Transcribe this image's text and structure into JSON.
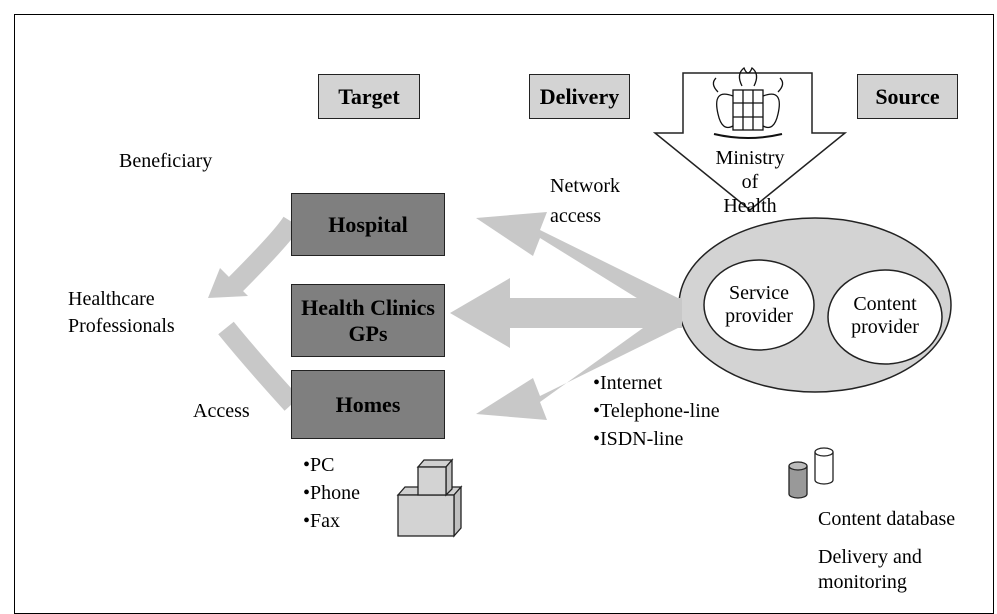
{
  "headers": {
    "target": "Target",
    "delivery": "Delivery",
    "source": "Source"
  },
  "source_arrow_label": [
    "Ministry of",
    "Health"
  ],
  "beneficiary_label": "Beneficiary",
  "network_access_label": [
    "Network",
    "access"
  ],
  "targets": [
    {
      "lines": [
        "Hospital"
      ]
    },
    {
      "lines": [
        "Health Clinics",
        "GPs"
      ]
    },
    {
      "lines": [
        "Homes"
      ]
    }
  ],
  "healthcare_professionals": [
    "Healthcare",
    "Professionals"
  ],
  "access_label": "Access",
  "devices": [
    "•PC",
    "•Phone",
    "•Fax"
  ],
  "channels": [
    "•Internet",
    "•Telephone-line",
    "•ISDN-line"
  ],
  "providers": {
    "service": [
      "Service",
      "provider"
    ],
    "content": [
      "Content",
      "provider"
    ]
  },
  "content_database_label": "Content database",
  "delivery_monitoring_label": [
    "Delivery and",
    "monitoring"
  ],
  "colors": {
    "arrow": "#c8c8c8",
    "ellipse": "#d3d3d3",
    "target_box": "#7f7f7f",
    "header_box": "#d3d3d3"
  }
}
